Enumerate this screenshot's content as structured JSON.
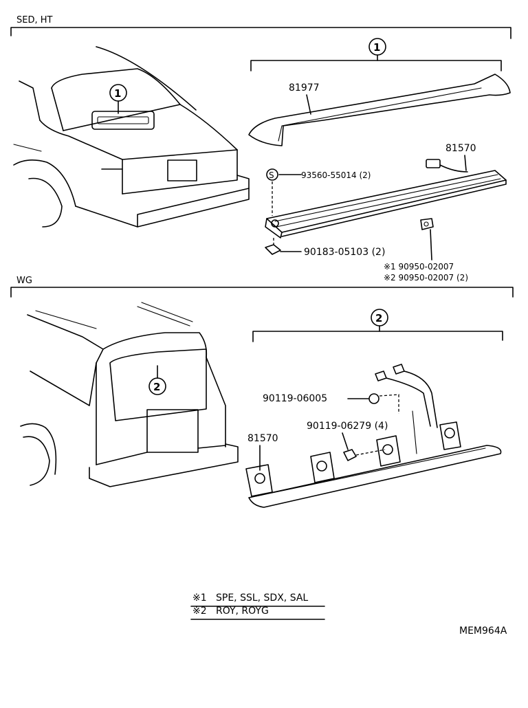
{
  "sections": [
    {
      "label": "SED, HT"
    },
    {
      "label": "WG"
    }
  ],
  "callouts": [
    "1",
    "2"
  ],
  "parts": {
    "spoiler": "81977",
    "lamp_sed": "81570",
    "screw": "93560-55014 (2)",
    "nut_sed": "90183-05103 (2)",
    "clip1": "※1 90950-02007",
    "clip2": "※2 90950-02007 (2)",
    "grommet": "90119-06005",
    "nut_wg": "90119-06279 (4)",
    "lamp_wg": "81570"
  },
  "screw_symbol": "S",
  "legend": [
    {
      "mark": "※1",
      "text": "SPE, SSL, SDX, SAL"
    },
    {
      "mark": "※2",
      "text": "ROY, ROYG"
    }
  ],
  "drawing_code": "MEM964A"
}
